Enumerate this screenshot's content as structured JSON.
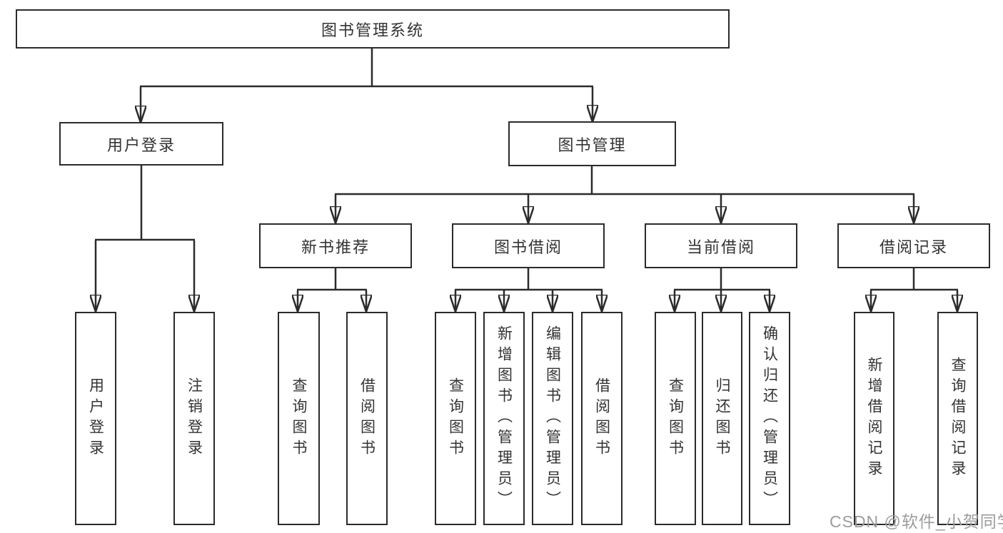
{
  "tree": {
    "label": "图书管理系统",
    "children": [
      {
        "label": "用户登录",
        "children": [
          {
            "label": "用户登录"
          },
          {
            "label": "注销登录"
          }
        ]
      },
      {
        "label": "图书管理",
        "children": [
          {
            "label": "新书推荐",
            "children": [
              {
                "label": "查询图书"
              },
              {
                "label": "借阅图书"
              }
            ]
          },
          {
            "label": "图书借阅",
            "children": [
              {
                "label": "查询图书"
              },
              {
                "label": "新增图书（管理员）"
              },
              {
                "label": "编辑图书（管理员）"
              },
              {
                "label": "借阅图书"
              }
            ]
          },
          {
            "label": "当前借阅",
            "children": [
              {
                "label": "查询图书"
              },
              {
                "label": "归还图书"
              },
              {
                "label": "确认归还（管理员）"
              }
            ]
          },
          {
            "label": "借阅记录",
            "children": [
              {
                "label": "新增借阅记录"
              },
              {
                "label": "查询借阅记录"
              }
            ]
          }
        ]
      }
    ]
  },
  "watermark": {
    "text": "CSDN @软件_小贺同学"
  },
  "colors": {
    "line": "#2b2b2b",
    "text": "#333333",
    "box_fill": "#ffffff",
    "background": "#ffffff",
    "watermark": "#9c9c9c"
  }
}
